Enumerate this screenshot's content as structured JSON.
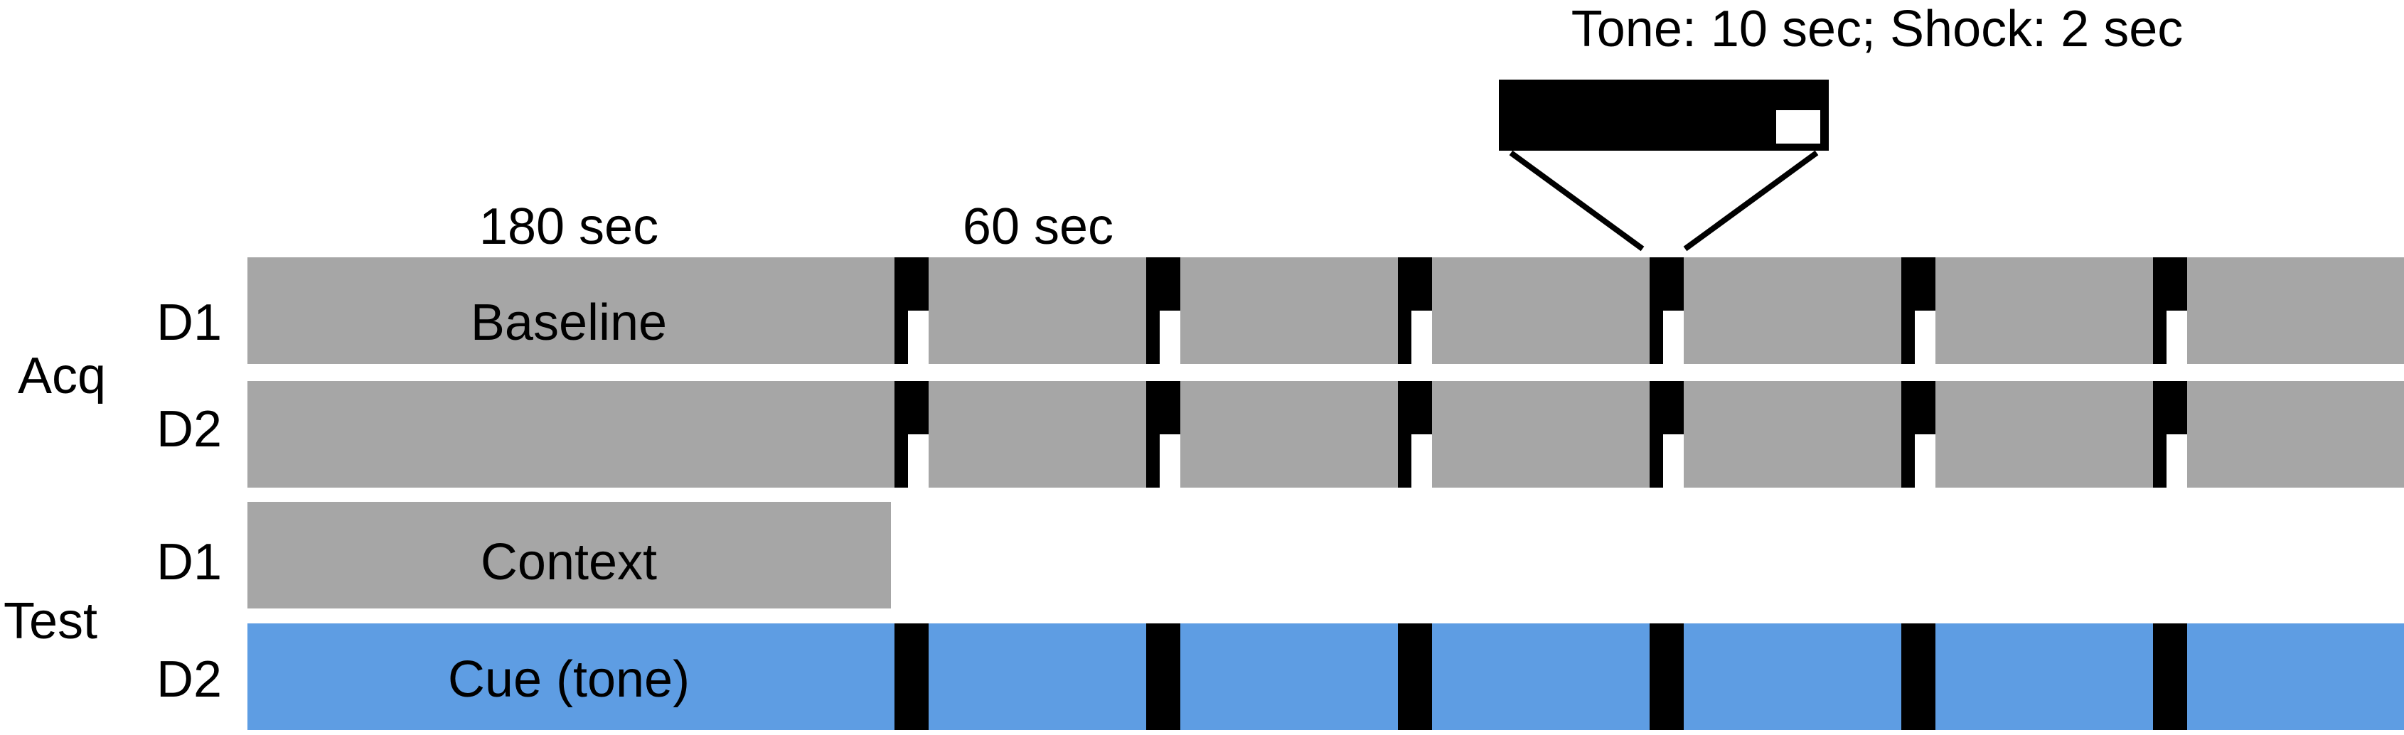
{
  "header": {
    "detail_label": "Tone: 10 sec; Shock: 2 sec",
    "baseline_duration": "180 sec",
    "interval_duration": "60 sec"
  },
  "phases": [
    {
      "name": "Acq",
      "days": [
        {
          "day": "D1",
          "label": "Baseline",
          "color": "#a6a6a6",
          "extends_full": true,
          "trials": 6,
          "shock": true
        },
        {
          "day": "D2",
          "label": "",
          "color": "#a6a6a6",
          "extends_full": true,
          "trials": 6,
          "shock": true
        }
      ]
    },
    {
      "name": "Test",
      "days": [
        {
          "day": "D1",
          "label": "Context",
          "color": "#a6a6a6",
          "extends_full": false,
          "trials": 0,
          "shock": false
        },
        {
          "day": "D2",
          "label": "Cue (tone)",
          "color": "#5e9de3",
          "extends_full": true,
          "trials": 6,
          "shock": false
        }
      ]
    }
  ],
  "colors": {
    "tone": "#000000",
    "shock": "#ffffff",
    "context": "#a6a6a6",
    "cue": "#5e9de3"
  }
}
